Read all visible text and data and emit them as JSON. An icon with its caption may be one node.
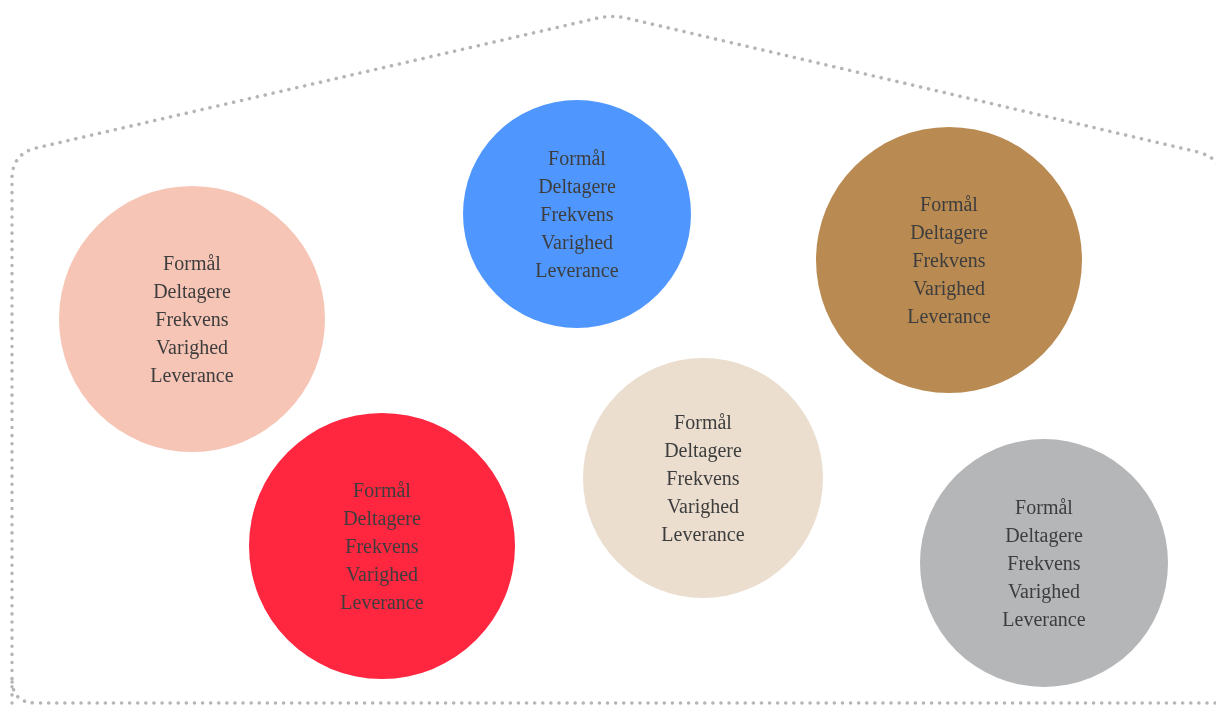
{
  "diagram": {
    "nodes": [
      {
        "text": [],
        "shape": "house"
      },
      {
        "text": [
          "Formål",
          "Deltagere",
          "Frekvens",
          "Varighed",
          "Leverance"
        ],
        "in": 0
      },
      {
        "text": [
          "Formål",
          "Deltagere",
          "Frekvens",
          "Varighed",
          "Leverance"
        ],
        "in": 0
      },
      {
        "text": [
          "Formål",
          "Deltagere",
          "Frekvens",
          "Varighed",
          "Leverance"
        ],
        "in": 0
      },
      {
        "text": [
          "Formål",
          "Deltagere",
          "Frekvens",
          "Varighed",
          "Leverance"
        ],
        "in": 0
      },
      {
        "text": [
          "Formål",
          "Deltagere",
          "Frekvens",
          "Varighed",
          "Leverance"
        ],
        "in": 0
      },
      {
        "text": [
          "Formål",
          "Deltagere",
          "Frekvens",
          "Varighed",
          "Leverance"
        ],
        "in": 0
      }
    ],
    "edges": []
  }
}
